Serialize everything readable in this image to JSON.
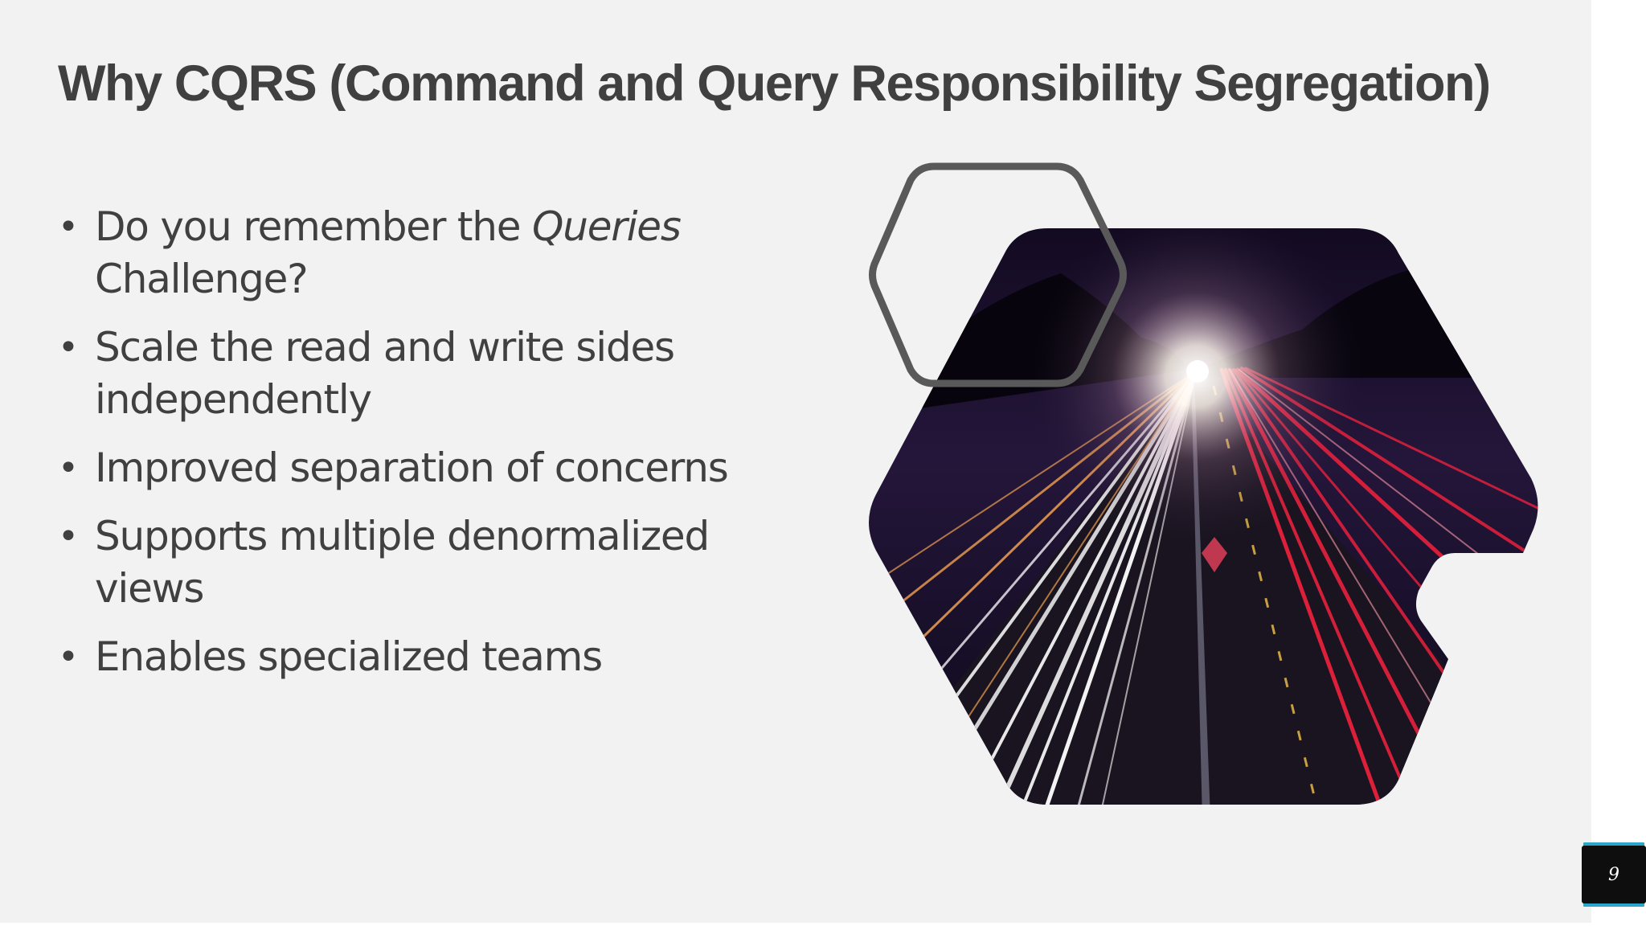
{
  "slide": {
    "title": "Why CQRS (Command and Query Responsibility Segregation)",
    "bullets": [
      {
        "text_before": "Do you remember the ",
        "emphasis": "Queries",
        "text_after": " Challenge?"
      },
      {
        "text_before": "Scale the read and write sides independently",
        "emphasis": "",
        "text_after": ""
      },
      {
        "text_before": "Improved separation of concerns",
        "emphasis": "",
        "text_after": ""
      },
      {
        "text_before": "Supports multiple denormalized views",
        "emphasis": "",
        "text_after": ""
      },
      {
        "text_before": "Enables specialized teams",
        "emphasis": "",
        "text_after": ""
      }
    ],
    "bullet_glyph": "•",
    "page_number": "9"
  },
  "colors": {
    "background": "#f2f2f2",
    "text": "#404040",
    "hexagon_outline": "#595959",
    "badge": "#0e0e0e",
    "badge_accent": "#2aa6c9",
    "trail_white": "#ffffff",
    "trail_orange": "#f0a050",
    "trail_red": "#e8203c",
    "night_sky": "#140a24"
  },
  "image": {
    "subject": "night highway light trails"
  }
}
